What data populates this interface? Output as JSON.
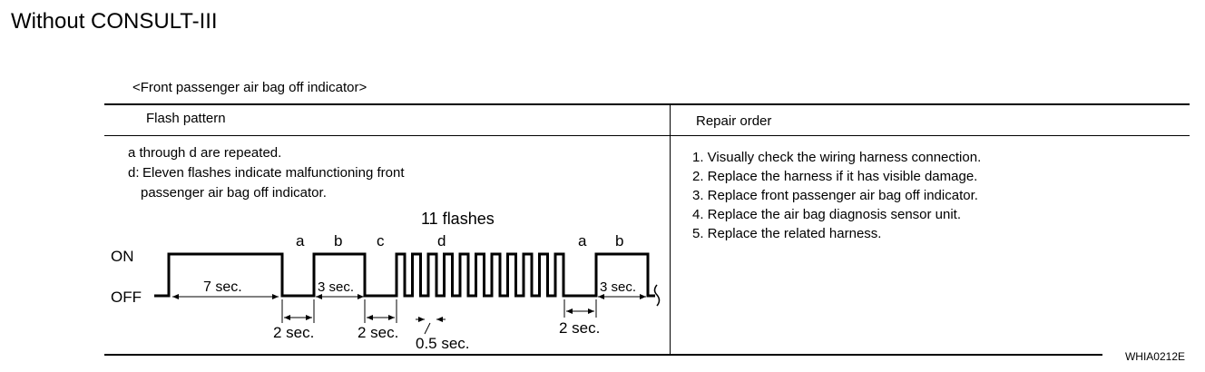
{
  "title": "Without CONSULT-III",
  "subtitle": "<Front passenger air bag off indicator>",
  "table": {
    "col1_header": "Flash pattern",
    "col2_header": "Repair order"
  },
  "flash_notes": {
    "line1": "a through d are repeated.",
    "line2_prefix": "d:",
    "line2": "Eleven flashes indicate malfunctioning front",
    "line3": "passenger air bag off indicator."
  },
  "diagram": {
    "on_label": "ON",
    "off_label": "OFF",
    "eleven_flashes": "11 flashes",
    "letters": [
      "a",
      "b",
      "c",
      "d",
      "a",
      "b"
    ],
    "dur_7sec": "7 sec.",
    "dur_3sec_1": "3 sec.",
    "dur_3sec_2": "3 sec.",
    "dur_2sec_1": "2 sec.",
    "dur_2sec_2": "2 sec.",
    "dur_2sec_3": "2 sec.",
    "dur_05sec": "0.5 sec.",
    "flash_count": 11
  },
  "repair_order": [
    "1. Visually check the wiring harness connection.",
    "2. Replace the harness if it has visible damage.",
    "3. Replace front passenger air bag off indicator.",
    "4. Replace the air bag diagnosis sensor unit.",
    "5. Replace the related harness."
  ],
  "figure_code": "WHIA0212E"
}
